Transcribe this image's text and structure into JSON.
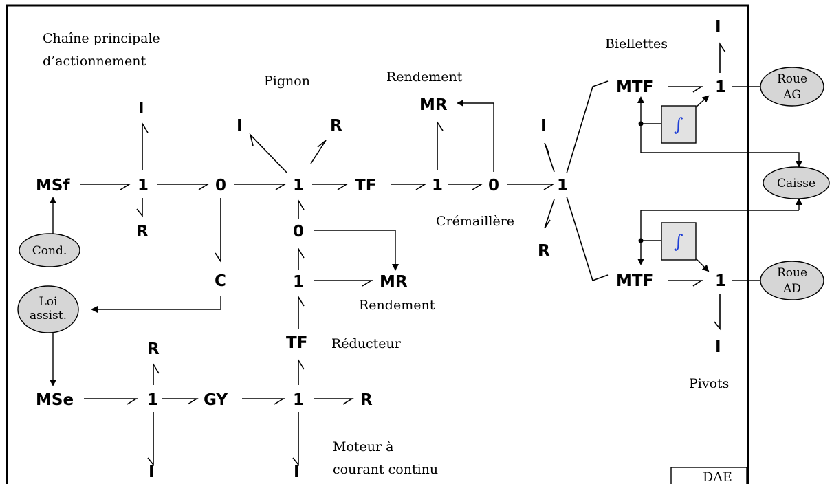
{
  "labels": {
    "chaine_line1": "Chaîne principale",
    "chaine_line2": "d’actionnement",
    "pignon": "Pignon",
    "rendement_top": "Rendement",
    "biellettes": "Biellettes",
    "cremaillere": "Crémaillère",
    "rendement_mid": "Rendement",
    "reducteur": "Réducteur",
    "moteur_line1": "Moteur à",
    "moteur_line2": "courant continu",
    "pivots": "Pivots",
    "dae": "DAE"
  },
  "ovals": {
    "cond": "Cond.",
    "loi_line1": "Loi",
    "loi_line2": "assist.",
    "roue_ag_line1": "Roue",
    "roue_ag_line2": "AG",
    "caisse": "Caisse",
    "roue_ad_line1": "Roue",
    "roue_ad_line2": "AD"
  },
  "integrator_symbol": "∫",
  "elements": {
    "msf": "MSf",
    "j1_main": "1",
    "i_main": "I",
    "r_main": "R",
    "j0_main": "0",
    "c_main": "C",
    "j1_pignon": "1",
    "i_pignon": "I",
    "r_pignon": "R",
    "tf_main": "TF",
    "j1_rend": "1",
    "mr_top": "MR",
    "j0_rend": "0",
    "j1_crem": "1",
    "i_crem": "I",
    "r_crem": "R",
    "mtf_top": "MTF",
    "j1_ag": "1",
    "i_ag": "I",
    "mtf_bot": "MTF",
    "j1_ad": "1",
    "i_ad": "I",
    "j0_red": "0",
    "mr_mid": "MR",
    "j1_red": "1",
    "tf_red": "TF",
    "mse": "MSe",
    "j1_mot": "1",
    "r_mot_top": "R",
    "i_mot": "I",
    "gy": "GY",
    "j1_mot2": "1",
    "r_mot_right": "R",
    "i_mot2": "I"
  }
}
